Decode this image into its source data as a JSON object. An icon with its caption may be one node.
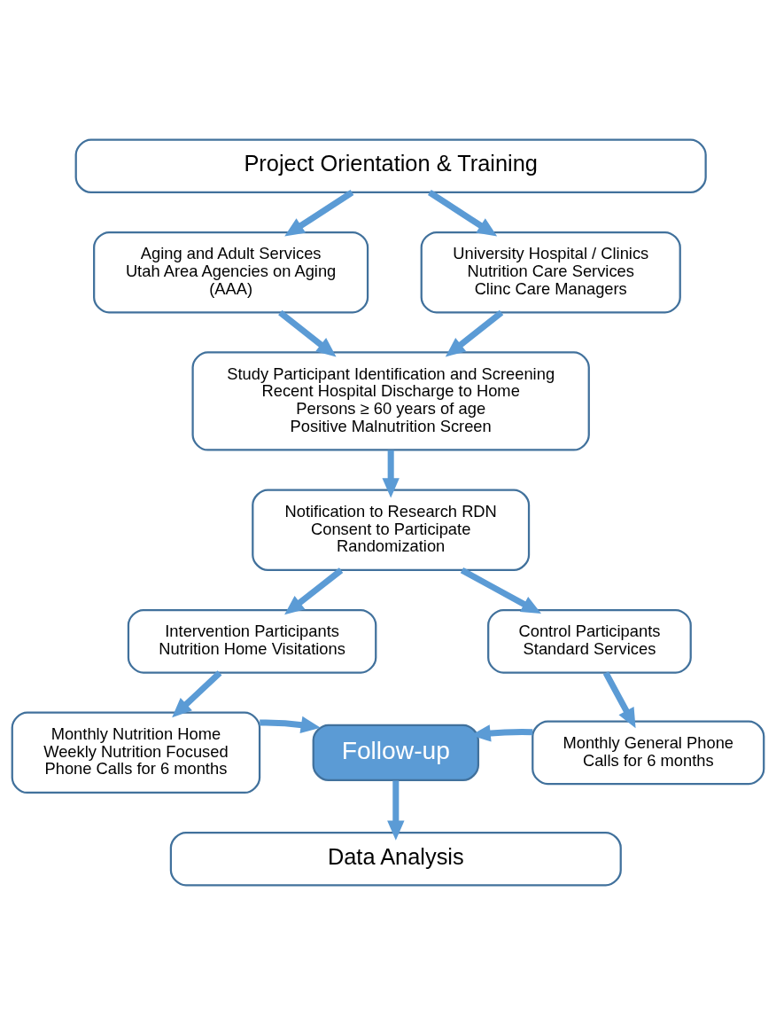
{
  "diagram": {
    "nodes": [
      {
        "text": [
          "Project Orientation & Training"
        ]
      },
      {
        "text": [
          "Aging and Adult Services",
          "Utah Area Agencies on Aging (AAA)"
        ]
      },
      {
        "text": [
          "University Hospital / Clinics",
          "Nutrition Care Services",
          "Clinc Care Managers"
        ]
      },
      {
        "text": [
          "Study Participant Identification and Screening",
          "Recent Hospital Discharge to Home",
          "Persons ≥ 60 years of age",
          "Positive Malnutrition Screen"
        ]
      },
      {
        "text": [
          "Notification to Research RDN",
          "Consent to Participate",
          "Randomization"
        ]
      },
      {
        "text": [
          "Intervention Participants",
          "Nutrition Home Visitations"
        ]
      },
      {
        "text": [
          "Control Participants",
          "Standard Services"
        ]
      },
      {
        "text": [
          "Monthly Nutrition Home Weekly Nutrition Focused Phone Calls for 6 months"
        ]
      },
      {
        "text": [
          "Follow-up"
        ]
      },
      {
        "text": [
          "Monthly General Phone Calls for 6 months"
        ]
      },
      {
        "text": [
          "Data Analysis"
        ]
      }
    ],
    "edges": [
      {
        "from": 0,
        "to": 1,
        "arrow": "to"
      },
      {
        "from": 0,
        "to": 2,
        "arrow": "to"
      },
      {
        "from": 1,
        "to": 3,
        "arrow": "to"
      },
      {
        "from": 2,
        "to": 3,
        "arrow": "to"
      },
      {
        "from": 3,
        "to": 4,
        "arrow": "to"
      },
      {
        "from": 4,
        "to": 5,
        "arrow": "to"
      },
      {
        "from": 4,
        "to": 6,
        "arrow": "to"
      },
      {
        "from": 5,
        "to": 7,
        "arrow": "to"
      },
      {
        "from": 6,
        "to": 9,
        "arrow": "to"
      },
      {
        "from": 7,
        "to": 8,
        "arrow": "to"
      },
      {
        "from": 9,
        "to": 8,
        "arrow": "to"
      },
      {
        "from": 8,
        "to": 10,
        "arrow": "to"
      }
    ]
  }
}
